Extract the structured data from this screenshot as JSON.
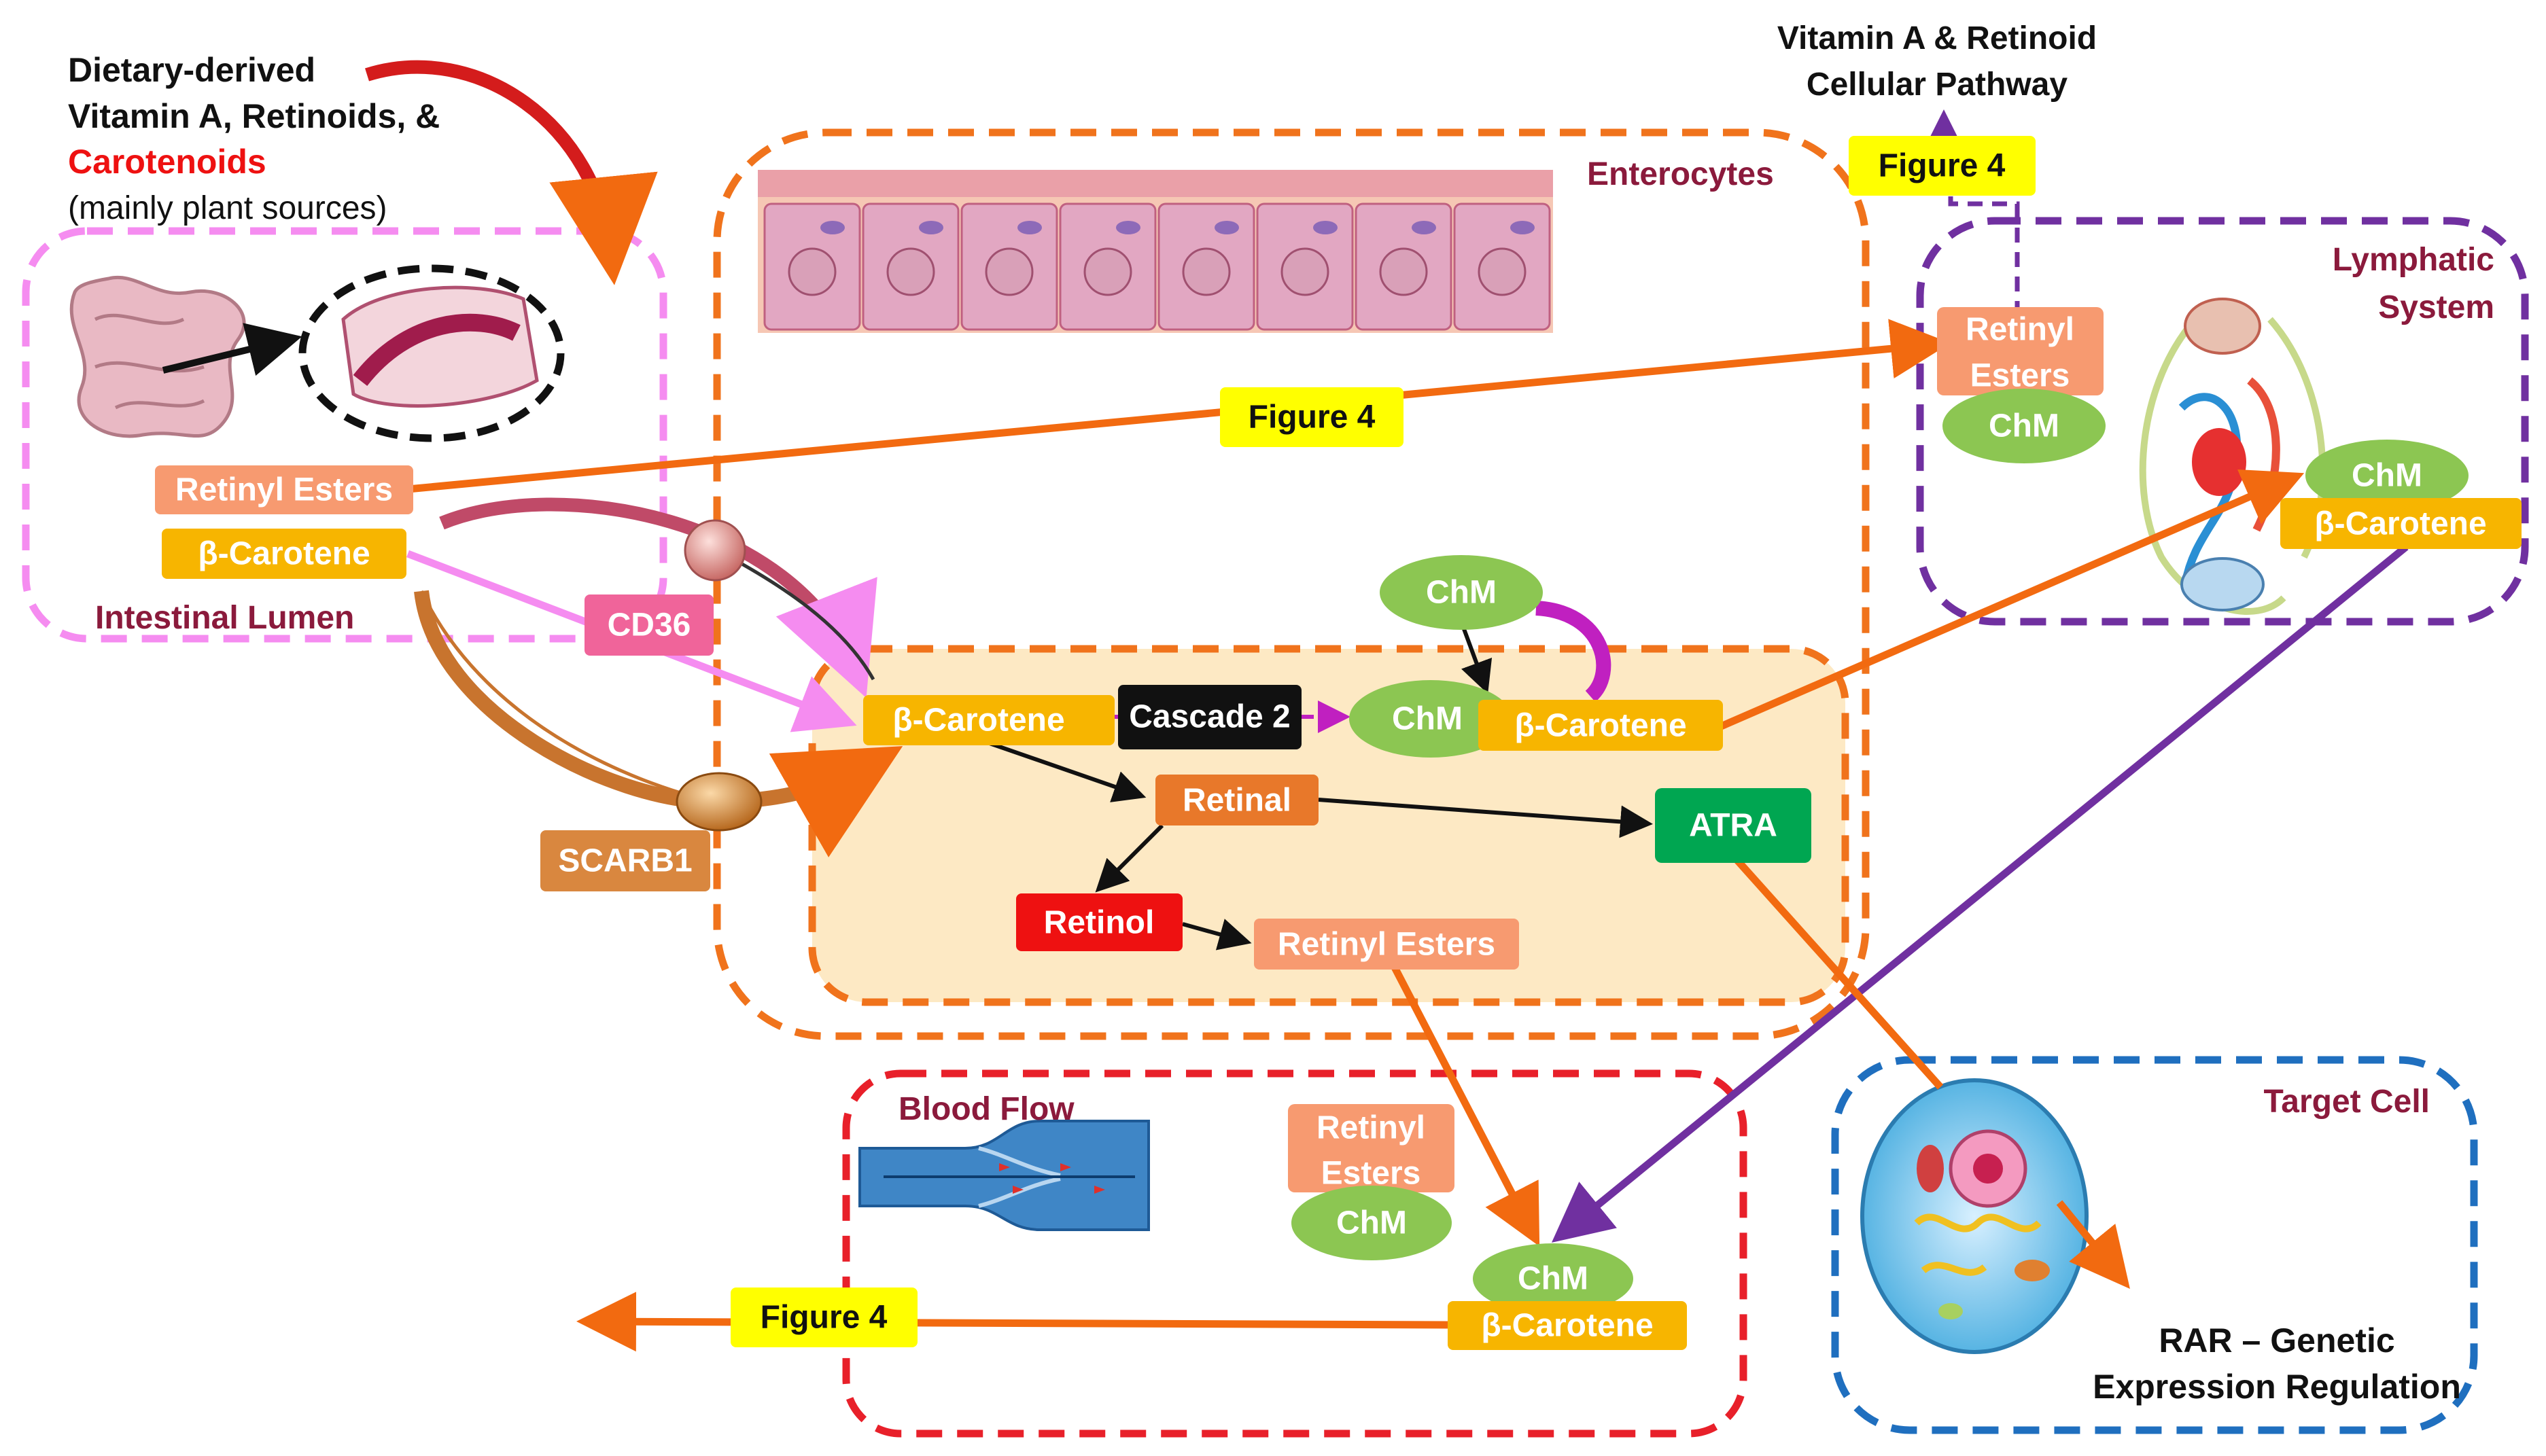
{
  "dietary": {
    "line1": "Dietary-derived",
    "line2": "Vitamin A, Retinoids, &",
    "line3": "Carotenoids",
    "line4": "(mainly plant sources)"
  },
  "top_right": {
    "line1": "Vitamin A & Retinoid",
    "line2": "Cellular Pathway"
  },
  "regions": {
    "intestinal_lumen": "Intestinal Lumen",
    "enterocytes": "Enterocytes",
    "lymphatic_line1": "Lymphatic",
    "lymphatic_line2": "System",
    "blood_flow": "Blood Flow",
    "target_cell": "Target Cell"
  },
  "boxes": {
    "retinyl_esters_lumen": "Retinyl Esters",
    "beta_carotene_lumen": "β-Carotene",
    "cd36": "CD36",
    "scarb1": "SCARB1",
    "figure4_top": "Figure 4",
    "figure4_middle": "Figure 4",
    "figure4_bottom": "Figure 4",
    "beta_carotene_cell": "β-Carotene",
    "cascade2": "Cascade 2",
    "chm_cell_top": "ChM",
    "chm_cell": "ChM",
    "beta_carotene_chm_cell": "β-Carotene",
    "retinal": "Retinal",
    "atra": "ATRA",
    "retinol": "Retinol",
    "retinyl_esters_cell": "Retinyl Esters",
    "lymph_retinyl_line1": "Retinyl",
    "lymph_retinyl_line2": "Esters",
    "lymph_chm1": "ChM",
    "lymph_chm2": "ChM",
    "lymph_beta_carotene": "β-Carotene",
    "blood_retinyl_line1": "Retinyl",
    "blood_retinyl_line2": "Esters",
    "blood_chm1": "ChM",
    "blood_chm2": "ChM",
    "blood_beta_carotene": "β-Carotene"
  },
  "rar": {
    "line1": "RAR – Genetic",
    "line2": "Expression Regulation"
  },
  "colors": {
    "lumen_border": "#f58cf0",
    "enterocyte_border": "#f0731c",
    "lymph_border": "#7030a0",
    "blood_border": "#e8202a",
    "target_border": "#1f6fbf",
    "orange_arrow": "#f26a10",
    "purple_arrow": "#7030a0",
    "carotene_box": "#f7b500",
    "retinyl_box": "#f79a70",
    "chm_ellipse": "#8cc652",
    "figure4_box": "#ffff00",
    "cd36_box": "#f0649a",
    "scarb1_box": "#d9873f",
    "retinal_box": "#e8782a",
    "atra_box": "#00a651",
    "retinol_box": "#ee1111",
    "cell_region": "#fde9c4",
    "maroon_text": "#8b1a3c"
  }
}
